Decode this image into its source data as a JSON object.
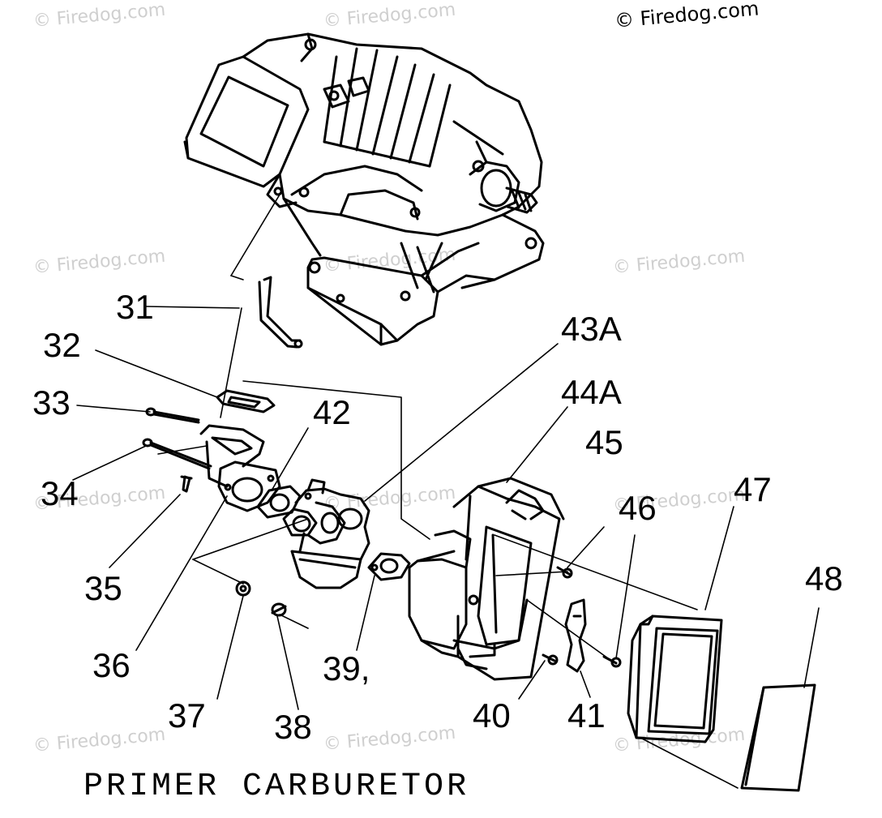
{
  "watermark": "© Firedog.com",
  "caption": "PRIMER CARBURETOR",
  "labels": {
    "l31": "31",
    "l32": "32",
    "l33": "33",
    "l34": "34",
    "l35": "35",
    "l36": "36",
    "l37": "37",
    "l38": "38",
    "l39": "39,",
    "l40": "40",
    "l41": "41",
    "l42": "42",
    "l43a": "43A",
    "l44a": "44A",
    "l45": "45",
    "l46": "46",
    "l47": "47",
    "l48": "48"
  },
  "colors": {
    "ink": "#000000",
    "watermark": "#cfcfcf",
    "paper": "#ffffff"
  }
}
